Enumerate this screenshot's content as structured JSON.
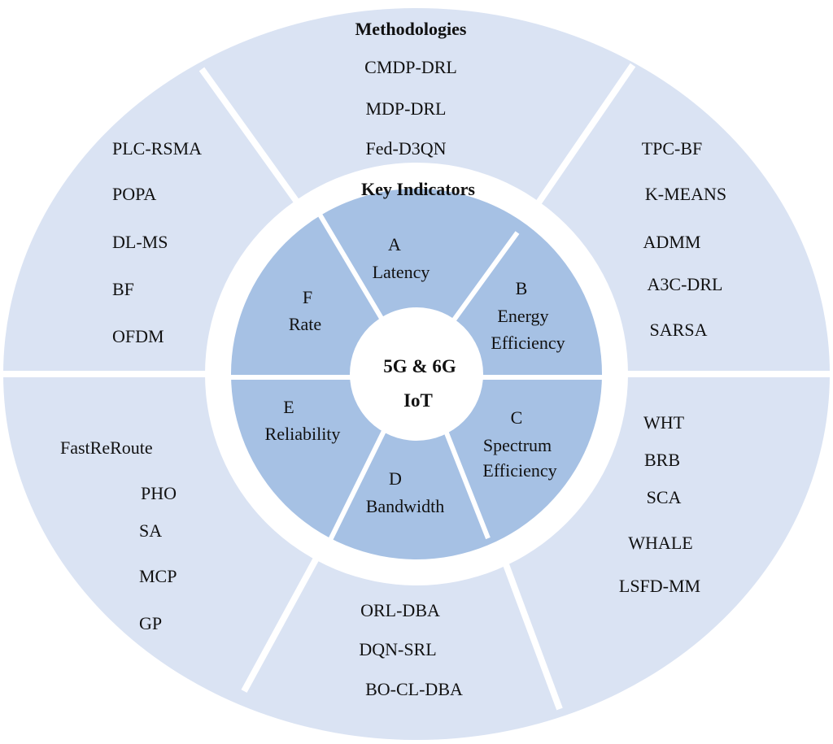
{
  "titles": {
    "methodologies": "Methodologies",
    "key_indicators": "Key Indicators"
  },
  "center": {
    "line1": "5G & 6G",
    "line2": "IoT"
  },
  "colors": {
    "outer_ring": "#dae3f3",
    "inner_ring": "#a6c1e4",
    "separator": "#ffffff"
  },
  "indicators": [
    {
      "id": "A",
      "lines": [
        "A",
        "Latency"
      ]
    },
    {
      "id": "B",
      "lines": [
        "B",
        "Energy",
        "Efficiency"
      ]
    },
    {
      "id": "C",
      "lines": [
        "C",
        "Spectrum",
        "Efficiency"
      ]
    },
    {
      "id": "D",
      "lines": [
        "D",
        "Bandwidth"
      ]
    },
    {
      "id": "E",
      "lines": [
        "E",
        "Reliability"
      ]
    },
    {
      "id": "F",
      "lines": [
        "F",
        "Rate"
      ]
    }
  ],
  "methods": {
    "latency": [
      "CMDP-DRL",
      "MDP-DRL",
      "Fed-D3QN"
    ],
    "energy_efficiency": [
      "TPC-BF",
      "K-MEANS",
      "ADMM",
      "A3C-DRL",
      "SARSA"
    ],
    "spectrum_efficiency": [
      "WHT",
      "BRB",
      "SCA",
      "WHALE",
      "LSFD-MM"
    ],
    "bandwidth": [
      "ORL-DBA",
      "DQN-SRL",
      "BO-CL-DBA"
    ],
    "reliability": [
      "FastReRoute",
      "PHO",
      "SA",
      "MCP",
      "GP"
    ],
    "rate": [
      "PLC-RSMA",
      "POPA",
      "DL-MS",
      "BF",
      "OFDM"
    ]
  }
}
